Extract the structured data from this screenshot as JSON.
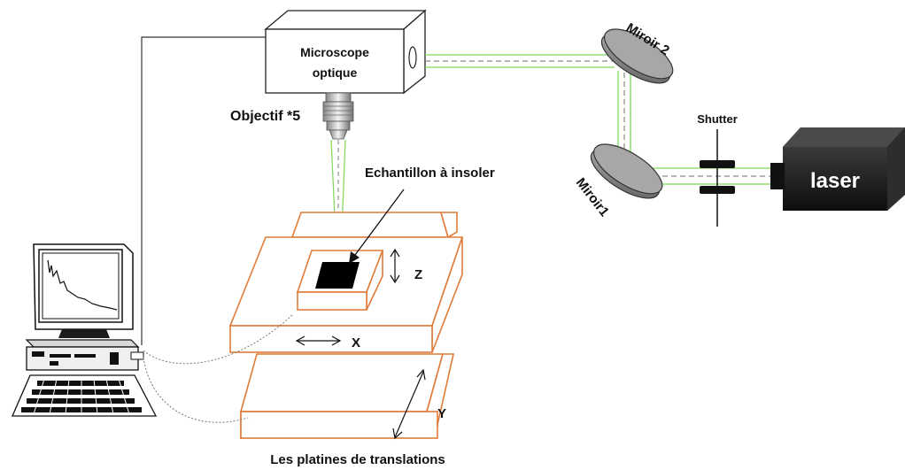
{
  "labels": {
    "microscope_line1": "Microscope",
    "microscope_line2": "optique",
    "objective": "Objectif *5",
    "mirror2": "Miroir 2",
    "mirror1": "Miroir1",
    "shutter": "Shutter",
    "laser": "laser",
    "sample": "Echantillon à insoler",
    "axis_z": "Z",
    "axis_x": "X",
    "axis_y": "Y",
    "stages": "Les platines de translations"
  },
  "colors": {
    "stage_outline": "#e07b39",
    "laser_beam": "#7ed957",
    "beam_dash": "#888888",
    "device_dark": "#1b1b1b",
    "mirror_gray": "#8f8f8f"
  }
}
